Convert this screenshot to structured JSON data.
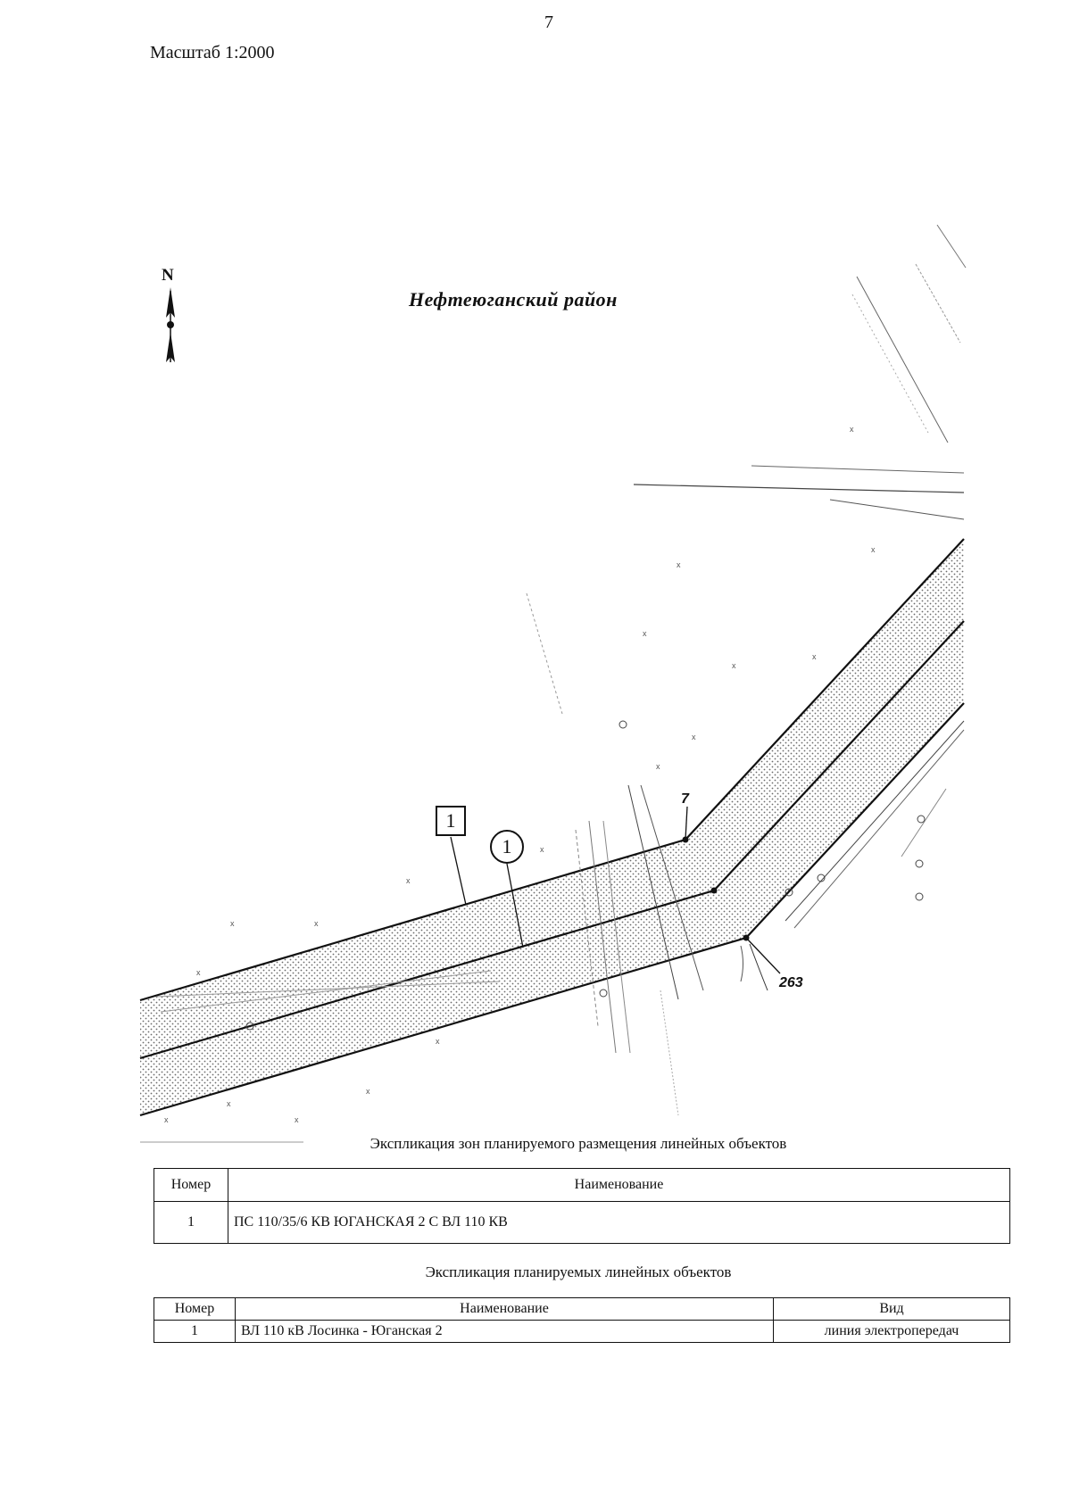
{
  "page_number": "7",
  "scale": "Масштаб 1:2000",
  "north_label": "N",
  "region": "Нефтеюганский район",
  "point_labels": {
    "start": "7",
    "end": "263"
  },
  "markers": {
    "zone": "1",
    "object": "1"
  },
  "zones_table": {
    "title": "Экспликация зон планируемого размещения линейных объектов",
    "headers": {
      "number": "Номер",
      "name": "Наименование"
    },
    "rows": [
      {
        "number": "1",
        "name": "ПС 110/35/6 КВ ЮГАНСКАЯ 2 С ВЛ 110 КВ"
      }
    ]
  },
  "objects_table": {
    "title": "Экспликация планируемых линейных объектов",
    "headers": {
      "number": "Номер",
      "name": "Наименование",
      "type": "Вид"
    },
    "rows": [
      {
        "number": "1",
        "name": "ВЛ 110 кВ Лосинка - Юганская 2",
        "type": "линия электропередач"
      }
    ]
  },
  "colors": {
    "line": "#111111",
    "zone_fill": "#e6e6e6",
    "clip_line": "#9a9a9a"
  }
}
